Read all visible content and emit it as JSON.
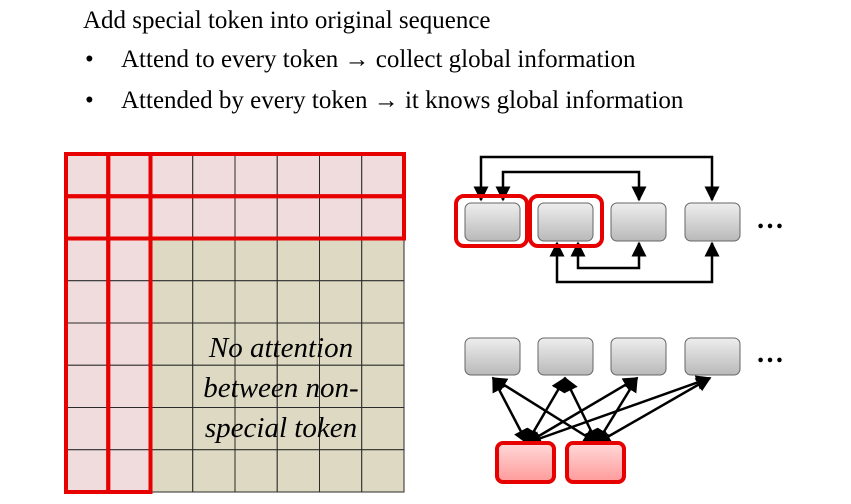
{
  "heading": "Add special token into original sequence",
  "bullets": [
    "Attend to every token → collect global information",
    "Attended by every token → it knows global information"
  ],
  "bullet_marker": "•",
  "matrix_note_lines": [
    "No attention",
    "between non-",
    "special token"
  ],
  "ellipsis": "…",
  "colors": {
    "highlight": "#e60000",
    "special_fill": "#f0dcdc",
    "normal_fill": "#ddd9c3",
    "token_box": "#c8c8c8",
    "special_token_fill": "#ffb0b0"
  }
}
